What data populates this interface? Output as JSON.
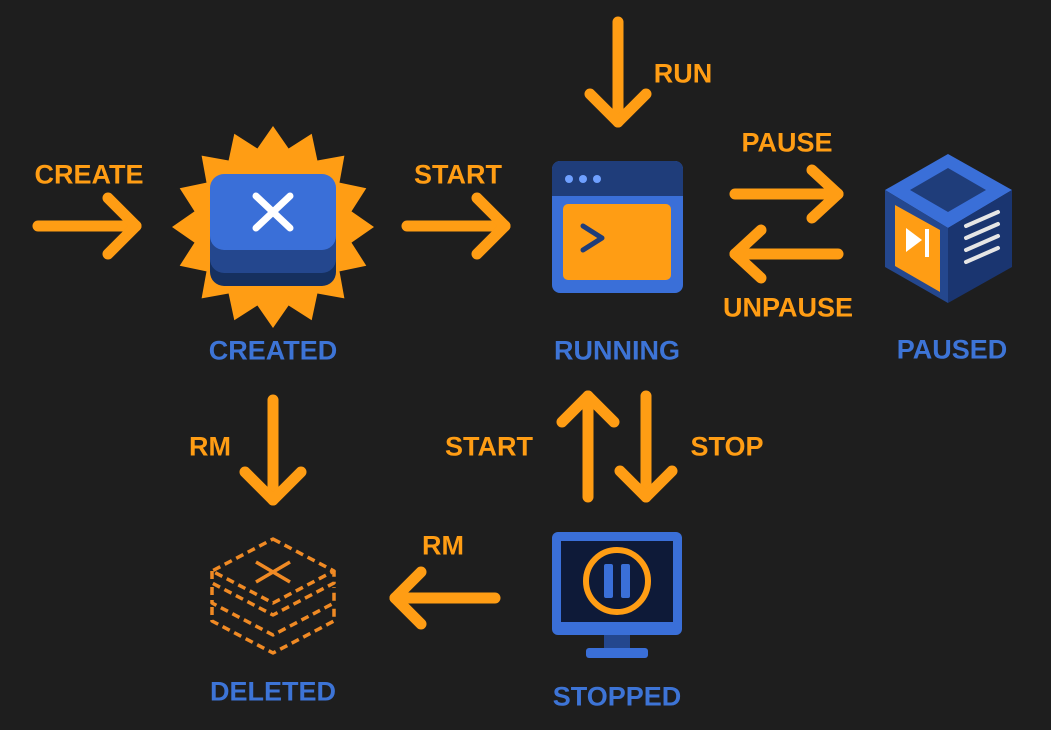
{
  "colors": {
    "background": "#1e1e1e",
    "arrow": "#ff9d14",
    "edge_label": "#ff9d14",
    "state_label": "#3d74d6",
    "blue": "#3a6fd8",
    "dark_blue": "#1f3d7a",
    "navy": "#0e1a38"
  },
  "states": {
    "created": {
      "label": "CREATED",
      "icon": "starburst-box-icon"
    },
    "running": {
      "label": "RUNNING",
      "icon": "terminal-window-icon"
    },
    "paused": {
      "label": "PAUSED",
      "icon": "paused-cube-icon"
    },
    "stopped": {
      "label": "STOPPED",
      "icon": "stopped-monitor-icon"
    },
    "deleted": {
      "label": "DELETED",
      "icon": "deleted-box-icon"
    }
  },
  "transitions": {
    "create": "CREATE",
    "start": "START",
    "run": "RUN",
    "pause": "PAUSE",
    "unpause": "UNPAUSE",
    "stop": "STOP",
    "start_again": "START",
    "rm_created": "RM",
    "rm_stopped": "RM"
  }
}
